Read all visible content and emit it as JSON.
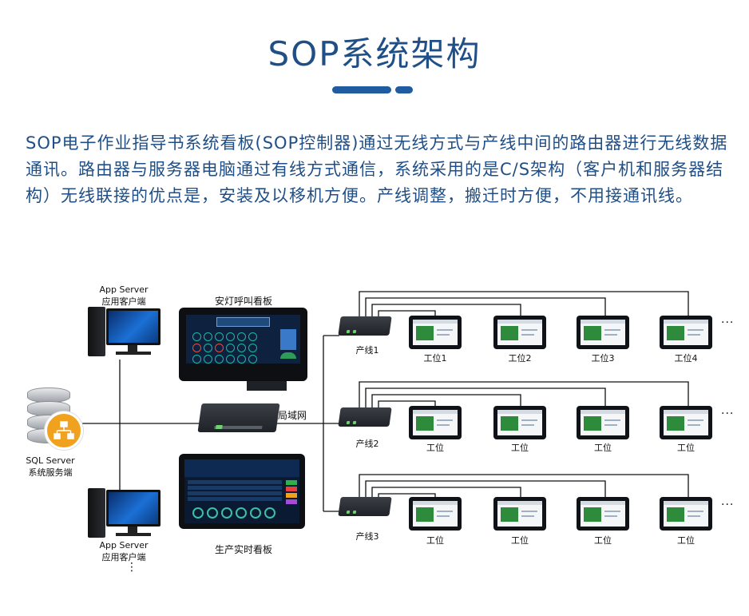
{
  "header": {
    "title": "SOP系统架构",
    "description": "SOP电子作业指导书系统看板(SOP控制器)通过无线方式与产线中间的路由器进行无线数据通讯。路由器与服务器电脑通过有线方式通信，系统采用的是C/S架构（客户机和服务器结构）无线联接的优点是，安装及以移机方便。产线调整，搬迁时方便，不用接通讯线。"
  },
  "diagram": {
    "app_server_top": {
      "title": "App  Server",
      "subtitle": "应用客户端"
    },
    "app_server_bottom": {
      "title": "App  Server",
      "subtitle": "应用客户端"
    },
    "sql_server": {
      "title": "SQL  Server",
      "subtitle": "系统服务端"
    },
    "andon_board_label": "安灯呼叫看板",
    "production_board_label": "生产实时看板",
    "lan_label": "局域网",
    "lines": [
      {
        "name": "产线1",
        "stations": [
          "工位1",
          "工位2",
          "工位3",
          "工位4"
        ]
      },
      {
        "name": "产线2",
        "stations": [
          "工位",
          "工位",
          "工位",
          "工位"
        ]
      },
      {
        "name": "产线3",
        "stations": [
          "工位",
          "工位",
          "工位",
          "工位"
        ]
      }
    ],
    "more": "···",
    "vmore": "⋮",
    "colors": {
      "title": "#1f4f86",
      "line": "#111111",
      "accent_bar": "#1f5da0"
    }
  }
}
